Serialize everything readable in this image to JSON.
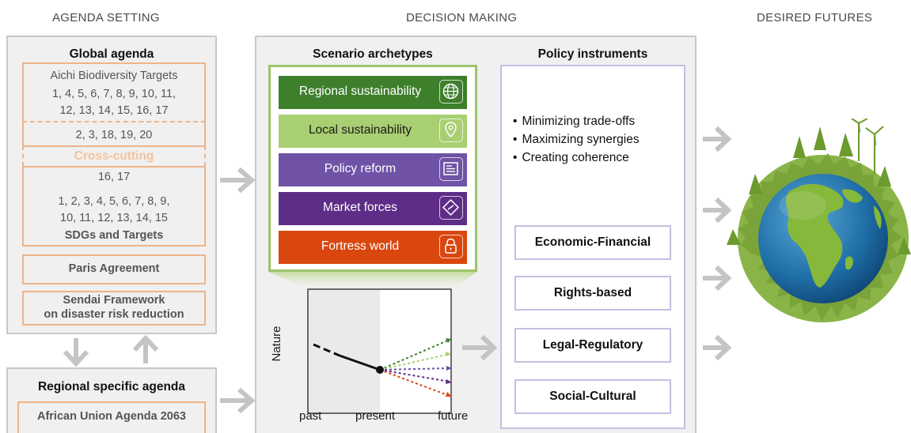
{
  "columns": {
    "agenda_setting": "AGENDA SETTING",
    "decision_making": "DECISION MAKING",
    "desired_futures": "DESIRED FUTURES"
  },
  "global_agenda": {
    "title": "Global agenda",
    "aichi_title": "Aichi Biodiversity Targets",
    "aichi_line1": "1, 4, 5, 6, 7, 8, 9, 10, 11,",
    "aichi_line2": "12, 13, 14, 15, 16, 17",
    "aichi_cross": "2, 3, 18, 19, 20",
    "cross_cutting": "Cross-cutting",
    "sdg_cross": "16, 17",
    "sdg_line1": "1, 2, 3, 4, 5, 6, 7, 8, 9,",
    "sdg_line2": "10, 11, 12, 13, 14, 15",
    "sdg_title": "SDGs and Targets",
    "paris": "Paris Agreement",
    "sendai_line1": "Sendai Framework",
    "sendai_line2": "on disaster risk reduction"
  },
  "regional_agenda": {
    "title": "Regional specific agenda",
    "african_union": "African Union Agenda 2063"
  },
  "scenarios": {
    "title": "Scenario archetypes",
    "items": [
      {
        "label": "Regional sustainability",
        "color": "#3e7f2c",
        "icon": "globe-icon"
      },
      {
        "label": "Local sustainability",
        "color": "#a8cf72",
        "icon": "location-pin-icon"
      },
      {
        "label": "Policy reform",
        "color": "#7052a6",
        "icon": "document-icon"
      },
      {
        "label": "Market forces",
        "color": "#5e2d87",
        "icon": "ticket-icon"
      },
      {
        "label": "Fortress world",
        "color": "#d9470f",
        "icon": "padlock-icon"
      }
    ]
  },
  "trend_chart": {
    "ylabel": "Nature",
    "x_labels": [
      "past",
      "present",
      "future"
    ]
  },
  "policy": {
    "title": "Policy instruments",
    "bullets": [
      "Minimizing trade-offs",
      "Maximizing synergies",
      "Creating coherence"
    ],
    "instruments": [
      "Economic-Financial",
      "Rights-based",
      "Legal-Regulatory",
      "Social-Cultural"
    ]
  },
  "colors": {
    "panel_border": "#c8c8c8",
    "orange_border": "#eeb489",
    "green_frame": "#9cc46a",
    "purple_border": "#c8bde2",
    "arrow": "#c4c4c4"
  }
}
